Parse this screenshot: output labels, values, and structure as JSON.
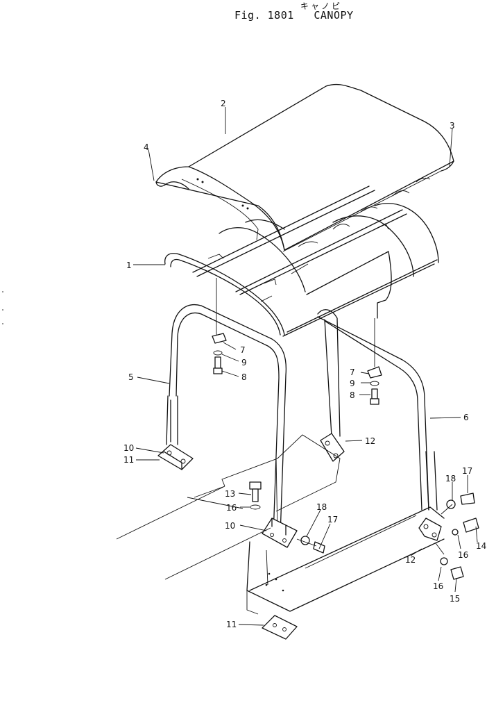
{
  "title": {
    "figure": "Fig. 1801",
    "name": "CANOPY",
    "japanese": "キャノピ"
  },
  "callouts": [
    {
      "id": "c1",
      "label": "1"
    },
    {
      "id": "c2",
      "label": "2"
    },
    {
      "id": "c3",
      "label": "3"
    },
    {
      "id": "c4",
      "label": "4"
    },
    {
      "id": "c5",
      "label": "5"
    },
    {
      "id": "c6",
      "label": "6"
    },
    {
      "id": "c7a",
      "label": "7"
    },
    {
      "id": "c9a",
      "label": "9"
    },
    {
      "id": "c8a",
      "label": "8"
    },
    {
      "id": "c7b",
      "label": "7"
    },
    {
      "id": "c9b",
      "label": "9"
    },
    {
      "id": "c8b",
      "label": "8"
    },
    {
      "id": "c10a",
      "label": "10"
    },
    {
      "id": "c11a",
      "label": "11"
    },
    {
      "id": "c12a",
      "label": "12"
    },
    {
      "id": "c13",
      "label": "13"
    },
    {
      "id": "c16a",
      "label": "16"
    },
    {
      "id": "c10b",
      "label": "10"
    },
    {
      "id": "c18a",
      "label": "18"
    },
    {
      "id": "c17a",
      "label": "17"
    },
    {
      "id": "c17b",
      "label": "17"
    },
    {
      "id": "c18b",
      "label": "18"
    },
    {
      "id": "c14",
      "label": "14"
    },
    {
      "id": "c16b",
      "label": "16"
    },
    {
      "id": "c12b",
      "label": "12"
    },
    {
      "id": "c16c",
      "label": "16"
    },
    {
      "id": "c15",
      "label": "15"
    },
    {
      "id": "c11b",
      "label": "11"
    }
  ]
}
